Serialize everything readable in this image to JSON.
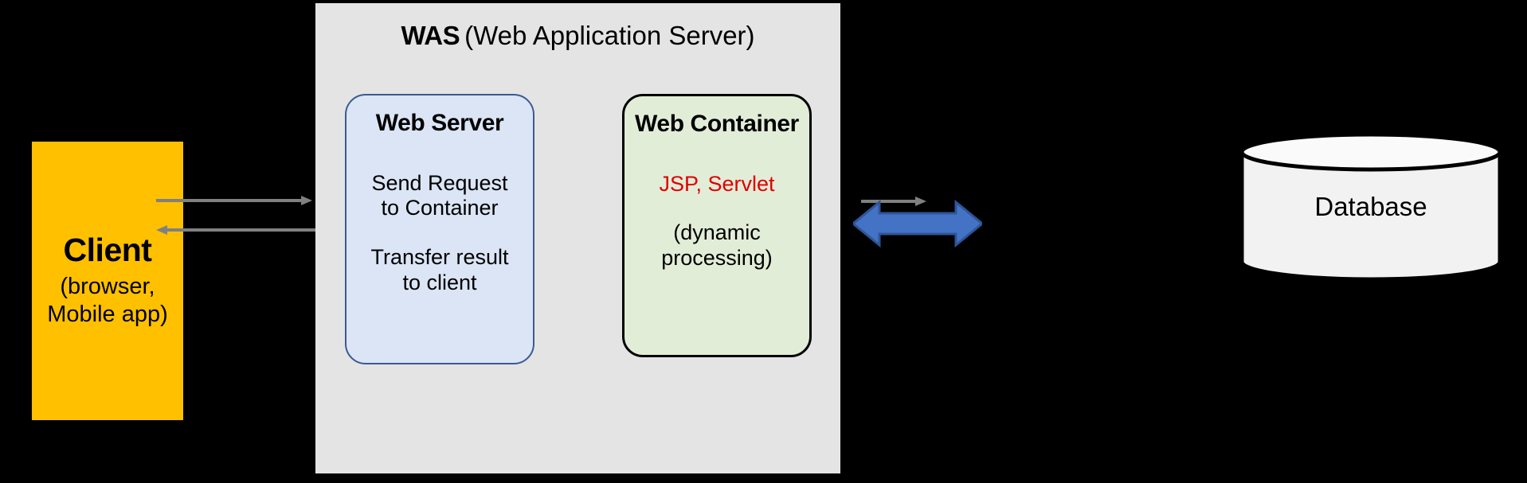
{
  "diagram": {
    "background_color": "#000000",
    "title_text": "WAS (Web Application Server)"
  },
  "client": {
    "title": "Client",
    "subtitle_line1": "(browser,",
    "subtitle_line2": "Mobile app)",
    "fill_color": "#FFC000"
  },
  "was": {
    "title_strong": "WAS",
    "title_light": "(Web Application Server)",
    "panel_color": "#E4E4E4"
  },
  "web_server": {
    "title": "Web Server",
    "line1": "Send Request",
    "line2": "to Container",
    "line3": "Transfer result",
    "line4": "to client",
    "fill_color": "#DCE5F5",
    "border_color": "#3A5A93"
  },
  "web_container": {
    "title": "Web Container",
    "highlight": "JSP, Servlet",
    "highlight_color": "#E00000",
    "line1": "(dynamic",
    "line2": "processing)",
    "fill_color": "#E2EDD8",
    "border_color": "#000000"
  },
  "database": {
    "label": "Database",
    "fill_color": "#F2F2F2",
    "border_color": "#000000"
  },
  "connectors": {
    "client_to_was_forward": "request",
    "client_to_was_back": "response",
    "server_to_container_forward": "request",
    "container_to_server_back": "result",
    "was_to_database": "bidirectional",
    "gray_color": "#808080",
    "blue_color": "#4472C4",
    "blue_border_color": "#2E5597"
  }
}
